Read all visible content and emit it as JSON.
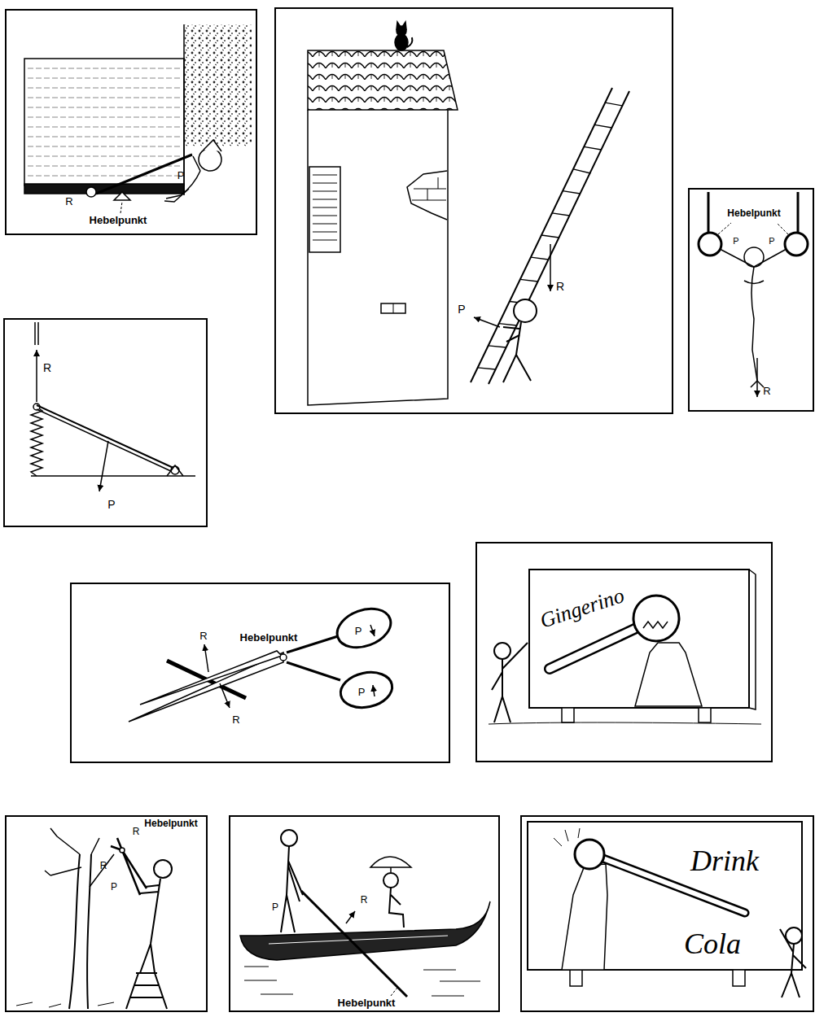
{
  "diagram": {
    "labels": [
      "R",
      "P",
      "Hebelpunkt",
      "P",
      "R",
      "Hebelpunkt",
      "P",
      "P",
      "R",
      "R",
      "P",
      "Hebelpunkt",
      "R",
      "R",
      "P",
      "P",
      "Gingerino",
      "R",
      "Hebelpunkt",
      "R",
      "P",
      "P",
      "R",
      "Hebelpunkt",
      "Drink",
      "Cola"
    ]
  }
}
